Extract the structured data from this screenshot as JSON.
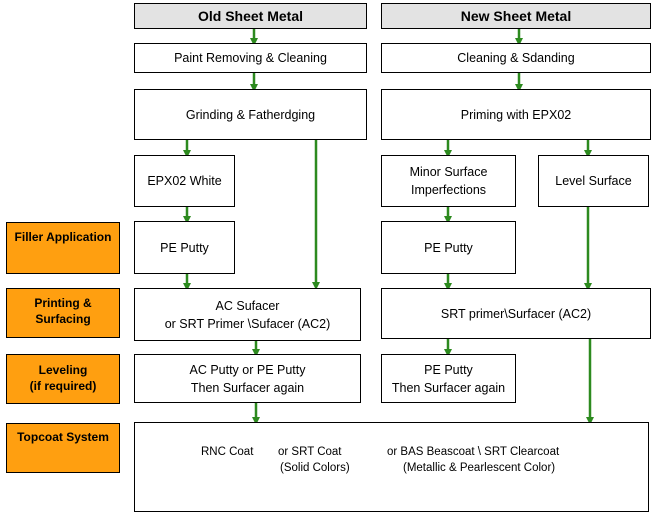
{
  "columns": {
    "old": {
      "header": "Old Sheet Metal",
      "step1": "Paint Removing & Cleaning",
      "step2": "Grinding & Fatherdging",
      "step3": "EPX02 White",
      "step4": "PE Putty",
      "step5_line1": "AC Sufacer",
      "step5_line2": "or SRT Primer \\Sufacer (AC2)",
      "step6_line1": "AC Putty or PE Putty",
      "step6_line2": "Then Surfacer again"
    },
    "new": {
      "header": "New Sheet Metal",
      "step1": "Cleaning & Sdanding",
      "step2": "Priming with EPX02",
      "minor_line1": "Minor Surface",
      "minor_line2": "Imperfections",
      "level": "Level Surface",
      "step4": "PE Putty",
      "step5": "SRT primer\\Surfacer (AC2)",
      "step6_line1": "PE Putty",
      "step6_line2": "Then Surfacer again"
    }
  },
  "stages": {
    "filler": "Filler Application",
    "priming_line1": "Printing &",
    "priming_line2": "Surfacing",
    "leveling_line1": "Leveling",
    "leveling_line2": "(if required)",
    "topcoat": "Topcoat System"
  },
  "topcoat": {
    "rnc": "RNC Coat",
    "srt_line1": "or SRT Coat",
    "srt_line2": "(Solid Colors)",
    "bas_line1": "or BAS Beascoat \\ SRT Clearcoat",
    "bas_line2": "(Metallic & Pearlescent Color)"
  },
  "colors": {
    "header_fill": "#e3e3e3",
    "stage_fill": "#ff9f10",
    "arrow": "#2d8a1f"
  }
}
